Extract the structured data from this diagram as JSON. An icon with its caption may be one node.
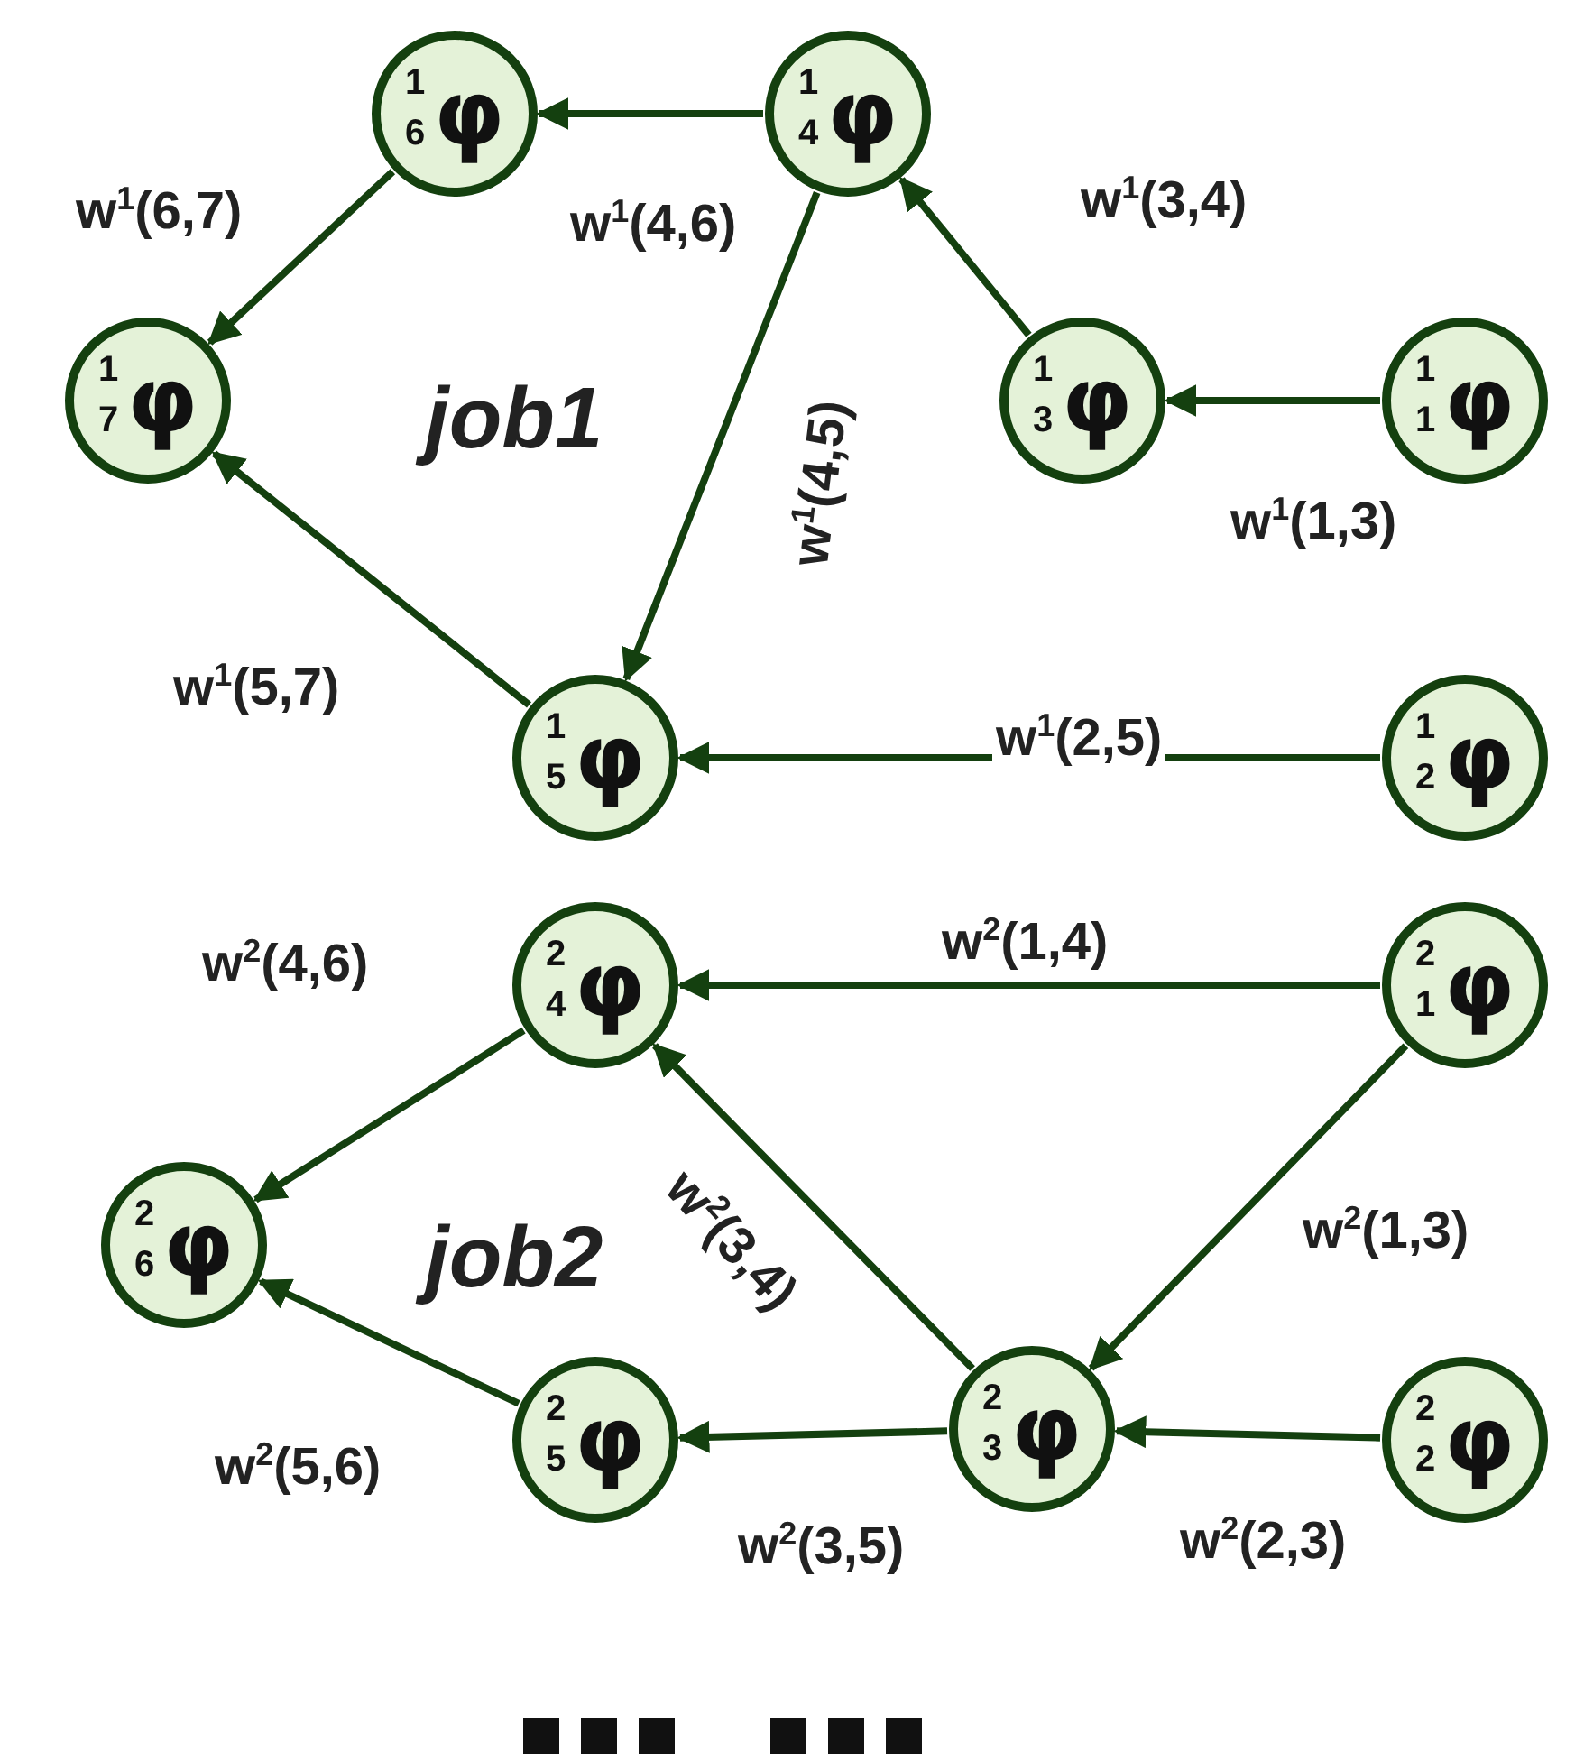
{
  "diagram": {
    "nodes": [
      {
        "text": [
          "$^{1}$$_{6}$φ"
        ]
      },
      {
        "text": [
          "$^{1}$$_{4}$φ"
        ]
      },
      {
        "text": [
          "$^{1}$$_{7}$φ"
        ]
      },
      {
        "text": [
          "$^{1}$$_{3}$φ"
        ]
      },
      {
        "text": [
          "$^{1}$$_{1}$φ"
        ]
      },
      {
        "text": [
          "$^{1}$$_{5}$φ"
        ]
      },
      {
        "text": [
          "$^{1}$$_{2}$φ"
        ]
      },
      {
        "text": [
          "$^{2}$$_{4}$φ"
        ]
      },
      {
        "text": [
          "$^{2}$$_{1}$φ"
        ]
      },
      {
        "text": [
          "$^{2}$$_{6}$φ"
        ]
      },
      {
        "text": [
          "$^{2}$$_{5}$φ"
        ]
      },
      {
        "text": [
          "$^{2}$$_{3}$φ"
        ]
      },
      {
        "text": [
          "$^{2}$$_{2}$φ"
        ]
      }
    ],
    "edges": [
      {
        "from": 1,
        "to": 0,
        "arrow": "to",
        "label": "w$^{1}$(4,6)"
      },
      {
        "from": 0,
        "to": 2,
        "arrow": "to",
        "label": "w$^{1}$(6,7)"
      },
      {
        "from": 3,
        "to": 1,
        "arrow": "to",
        "label": "w$^{1}$(3,4)"
      },
      {
        "from": 4,
        "to": 3,
        "arrow": "to",
        "label": "w$^{1}$(1,3)"
      },
      {
        "from": 1,
        "to": 5,
        "arrow": "to",
        "label": "w$^{1}$(4,5)"
      },
      {
        "from": 5,
        "to": 2,
        "arrow": "to",
        "label": "w$^{1}$(5,7)"
      },
      {
        "from": 6,
        "to": 5,
        "arrow": "to",
        "label": "w$^{1}$(2,5)"
      },
      {
        "from": 8,
        "to": 7,
        "arrow": "to",
        "label": "w$^{2}$(1,4)"
      },
      {
        "from": 8,
        "to": 11,
        "arrow": "to",
        "label": "w$^{2}$(1,3)"
      },
      {
        "from": 7,
        "to": 9,
        "arrow": "to",
        "label": "w$^{2}$(4,6)"
      },
      {
        "from": 11,
        "to": 7,
        "arrow": "to",
        "label": "w$^{2}$(3,4)"
      },
      {
        "from": 10,
        "to": 9,
        "arrow": "to",
        "label": "w$^{2}$(5,6)"
      },
      {
        "from": 11,
        "to": 10,
        "arrow": "to",
        "label": "w$^{2}$(3,5)"
      },
      {
        "from": 12,
        "to": 11,
        "arrow": "to",
        "label": "w$^{2}$(2,3)"
      }
    ],
    "labels": [
      "job1",
      "job2"
    ]
  }
}
